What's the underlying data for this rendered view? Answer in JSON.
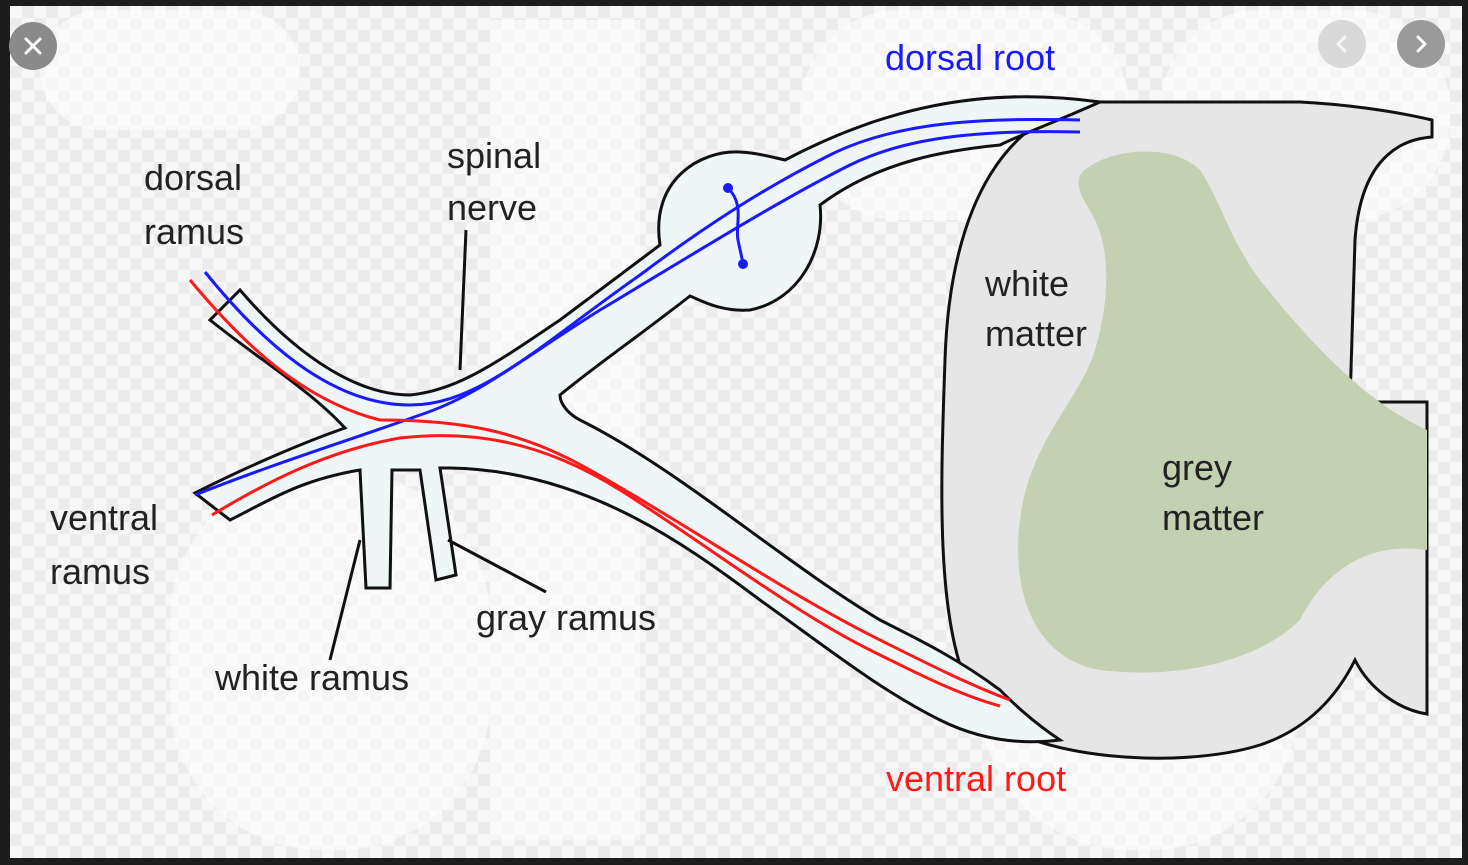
{
  "controls": {
    "close_icon": "close-icon",
    "prev_icon": "chevron-left-icon",
    "next_icon": "chevron-right-icon"
  },
  "colors": {
    "dorsal": "#1a1aff",
    "ventral": "#ff1a1a",
    "text": "#222222",
    "grey_matter": "#c4d0b2",
    "white_matter": "#e6e6e6",
    "nerve_fill": "#eef6f8"
  },
  "labels": {
    "dorsal_root": "dorsal root",
    "ventral_root": "ventral root",
    "spinal_nerve_1": "spinal",
    "spinal_nerve_2": "nerve",
    "dorsal_ramus_1": "dorsal",
    "dorsal_ramus_2": "ramus",
    "ventral_ramus_1": "ventral",
    "ventral_ramus_2": "ramus",
    "white_ramus": "white ramus",
    "gray_ramus": "gray ramus",
    "white_matter_1": "white",
    "white_matter_2": "matter",
    "grey_matter_1": "grey",
    "grey_matter_2": "matter"
  }
}
